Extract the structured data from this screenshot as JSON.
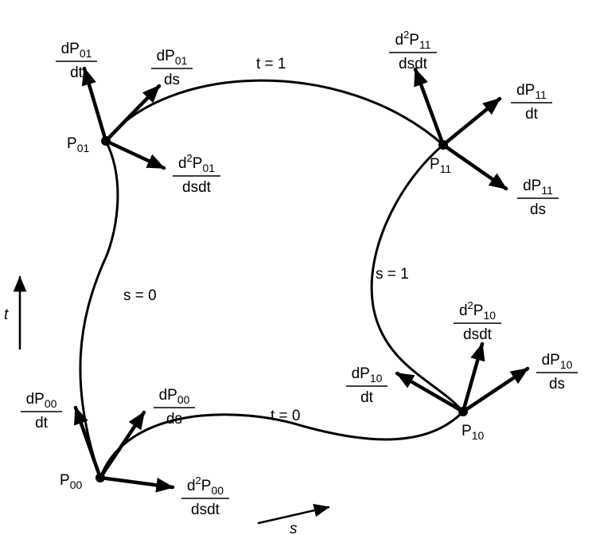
{
  "corners": {
    "p00": {
      "base": "P",
      "sub": "00"
    },
    "p01": {
      "base": "P",
      "sub": "01"
    },
    "p10": {
      "base": "P",
      "sub": "10"
    },
    "p11": {
      "base": "P",
      "sub": "11"
    }
  },
  "boundary_labels": {
    "t1": "t = 1",
    "t0": "t = 0",
    "s0": "s = 0",
    "s1": "s = 1"
  },
  "axes": {
    "t": "t",
    "s": "s"
  },
  "fractions": {
    "dp01_dt": {
      "num_prefix": "dP",
      "num_sup": "",
      "num_sub": "01",
      "den": "dt"
    },
    "dp01_ds": {
      "num_prefix": "dP",
      "num_sup": "",
      "num_sub": "01",
      "den": "ds"
    },
    "d2p01_dsdt": {
      "num_prefix": "d",
      "num_sup": "2",
      "num_mid": "P",
      "num_sub": "01",
      "den": "dsdt"
    },
    "d2p11_dsdt": {
      "num_prefix": "d",
      "num_sup": "2",
      "num_mid": "P",
      "num_sub": "11",
      "den": "dsdt"
    },
    "dp11_dt": {
      "num_prefix": "dP",
      "num_sup": "",
      "num_sub": "11",
      "den": "dt"
    },
    "dp11_ds": {
      "num_prefix": "dP",
      "num_sup": "",
      "num_sub": "11",
      "den": "ds"
    },
    "d2p10_dsdt": {
      "num_prefix": "d",
      "num_sup": "2",
      "num_mid": "P",
      "num_sub": "10",
      "den": "dsdt"
    },
    "dp10_dt": {
      "num_prefix": "dP",
      "num_sup": "",
      "num_sub": "10",
      "den": "dt"
    },
    "dp10_ds": {
      "num_prefix": "dP",
      "num_sup": "",
      "num_sub": "10",
      "den": "ds"
    },
    "dp00_dt": {
      "num_prefix": "dP",
      "num_sup": "",
      "num_sub": "00",
      "den": "dt"
    },
    "dp00_ds": {
      "num_prefix": "dP",
      "num_sup": "",
      "num_sub": "00",
      "den": "ds"
    },
    "d2p00_dsdt": {
      "num_prefix": "d",
      "num_sup": "2",
      "num_mid": "P",
      "num_sub": "00",
      "den": "dsdt"
    }
  }
}
